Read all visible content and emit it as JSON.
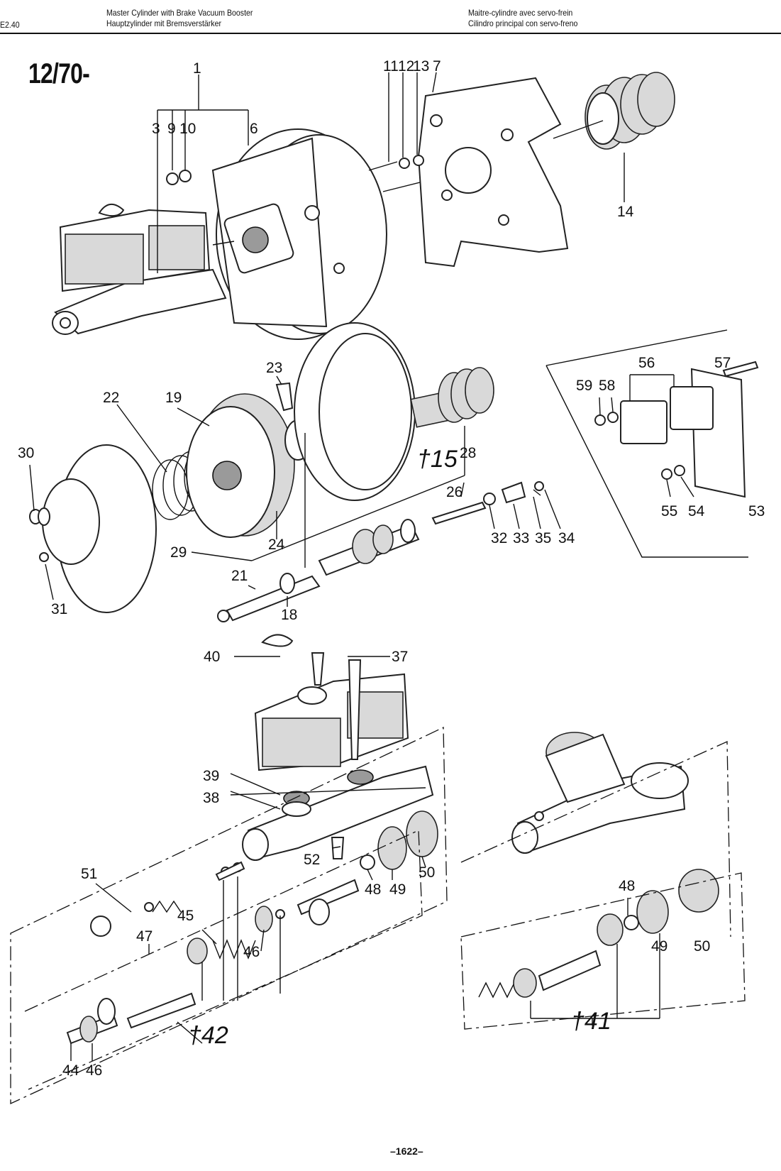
{
  "header": {
    "page_ref": "E2.40",
    "title_en": "Master Cylinder with Brake Vacuum Booster",
    "title_de": "Hauptzylinder mit Bremsverstärker",
    "title_fr": "Maitre-cylindre avec servo-frein",
    "title_es": "Cilindro principal con servo-freno"
  },
  "date_mark": "12/70-",
  "callouts": {
    "c1": "1",
    "c3": "3",
    "c9": "9",
    "c10": "10",
    "c6": "6",
    "c11": "11",
    "c12": "12",
    "c13": "13",
    "c7": "7",
    "c14": "14",
    "c23": "23",
    "c22": "22",
    "c19": "19",
    "c30": "30",
    "c29": "29",
    "c24": "24",
    "c21": "21",
    "c18": "18",
    "c31": "31",
    "c15": "†15",
    "c28": "28",
    "c26": "26",
    "c32": "32",
    "c33": "33",
    "c35": "35",
    "c34": "34",
    "c56": "56",
    "c57": "57",
    "c59": "59",
    "c58": "58",
    "c55": "55",
    "c54": "54",
    "c53": "53",
    "c40": "40",
    "c37": "37",
    "c39": "39",
    "c38": "38",
    "c52": "52",
    "c48a": "48",
    "c49a": "49",
    "c50a": "50",
    "c51": "51",
    "c45": "45",
    "c47": "47",
    "c46a": "46",
    "c44": "44",
    "c46b": "46",
    "c42": "†42",
    "c48b": "48",
    "c49b": "49",
    "c50b": "50",
    "c41": "†41"
  },
  "footer": {
    "page_number": "–1622–"
  },
  "colors": {
    "ink": "#111111",
    "paper": "#ffffff",
    "shading": "#d9d9d9"
  }
}
